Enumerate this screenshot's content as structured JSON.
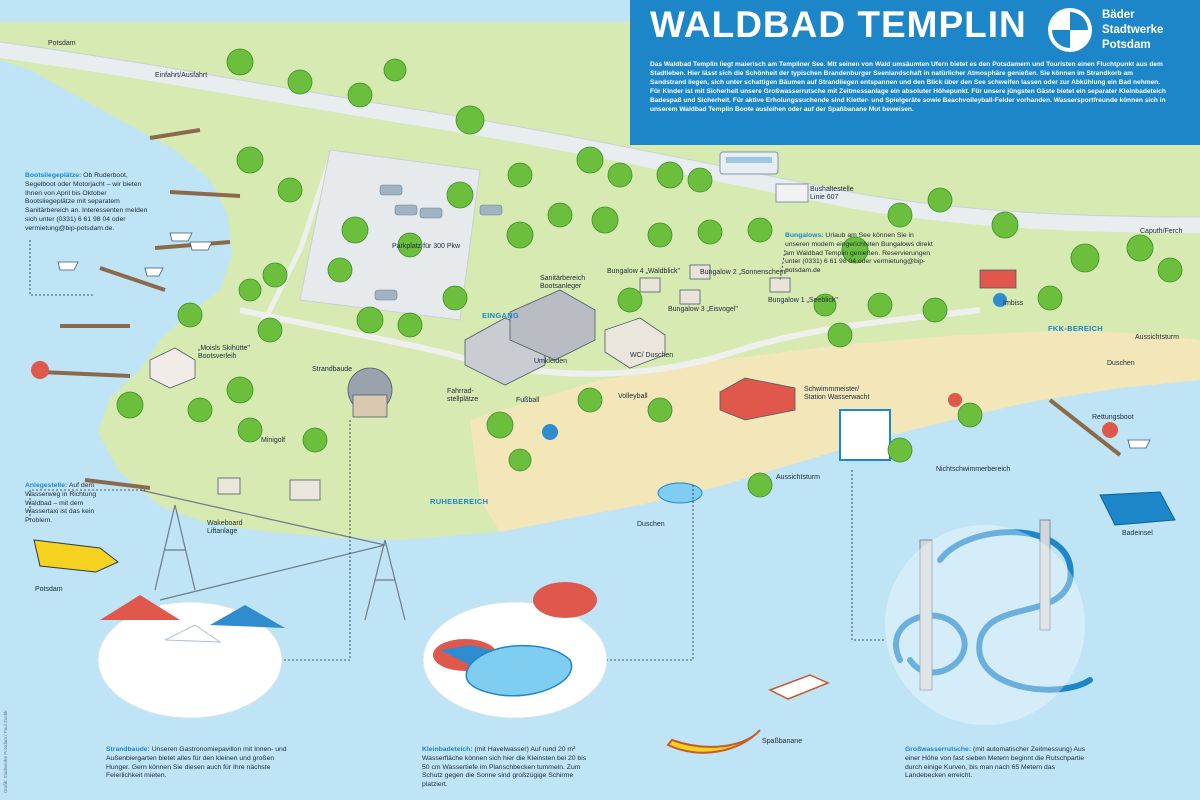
{
  "header": {
    "title": "WALDBAD TEMPLIN",
    "intro": "Das Waldbad Templin liegt malerisch am Templiner See. Mit seinen von Wald umsäumten Ufern bietet es den Potsdamern und Touristen einen Fluchtpunkt aus dem Stadtleben. Hier lässt sich die Schönheit der typischen Brandenburger Seenlandschaft in natürlicher Atmosphäre genießen. Sie können im Strandkorb am Sandstrand liegen, sich unter schattigen Bäumen auf Strandliegen entspannen und den Blick über den See schweifen lassen oder zur Abkühlung ein Bad nehmen. Für Kinder ist mit Sicherheit unsere Großwasserrutsche mit Zeitmessanlage ein absoluter Höhepunkt. Für unsere jüngsten Gäste bietet ein separater Kleinbadeteich Badespaß und Sicherheit. Für aktive Erholungssuchende sind Kletter- und Spielgeräte sowie Beachvolleyball-Felder vorhanden. Wassersportfreunde können sich in unserem Waldbad Templin Boote ausleihen oder auf der Spaßbanane Mut beweisen.",
    "logo_line1": "Bäder",
    "logo_line2": "Stadtwerke",
    "logo_line3": "Potsdam"
  },
  "colors": {
    "lake": "#bfe4f5",
    "land": "#d6eab2",
    "beach": "#f3e6b9",
    "road": "#e8edf0",
    "tree": "#6cbf3c",
    "tree_dark": "#3d8f2a",
    "accent": "#1d86c9",
    "roof_red": "#e0574c",
    "umbrella_blue": "#2f8ccf"
  },
  "map_labels": {
    "potsdam_top": "Potsdam",
    "einfahrt": "Einfahrt/Ausfahrt",
    "parkplatz": "Parkplatz für 300 Pkw",
    "bushaltestelle": "Bushaltestelle\nLinie 607",
    "caputh": "Caputh/Ferch",
    "sanitaer": "Sanitärbereich\nBootsanleger",
    "eingang": "EINGANG",
    "bungalow4": "Bungalow 4 „Waldblick\"",
    "bungalow2": "Bungalow 2 „Sonnenschein\"",
    "bungalow3": "Bungalow 3 „Eisvogel\"",
    "bungalow1": "Bungalow 1 „Seeblick\"",
    "imbiss": "Imbiss",
    "fkk": "FKK-BEREICH",
    "aussichtsturm_right": "Aussichtsturm",
    "duschen_right": "Duschen",
    "rettungsboot": "Rettungsboot",
    "moisls": "„Moisls Skihütte\"\nBootsverleih",
    "strandbaude": "Strandbaude",
    "umkleiden": "Umkleiden",
    "wc": "WC/ Duschen",
    "fahrrad": "Fahrrad-\nstellplätze",
    "fussball": "Fußball",
    "volleyball": "Volleyball",
    "schwimmmeister": "Schwimmmeister/\nStation Wasserwacht",
    "minigolf": "Minigolf",
    "aussichtsturm_mid": "Aussichtsturm",
    "nichtschwimmer": "Nichtschwimmerbereich",
    "duschen_mid": "Duschen",
    "ruhebereich": "RUHEBEREICH",
    "wakeboard": "Wakeboard\nLiftanlage",
    "badeinsel": "Badeinsel",
    "potsdam_bottom": "Potsdam",
    "spassbanane": "Spaßbanane"
  },
  "info_boxes": {
    "bootsliegeplaetze_head": "Bootsliegeplätze:",
    "bootsliegeplaetze_text": " Ob Ruderboot, Segelboot oder Motorjacht – wir bieten Ihnen von April bis Oktober Bootsliegeplätze mit separatem Sanitärbereich an. Interessenten melden sich unter (0331) 6 61 98 04 oder vermietung@bip-potsdam.de.",
    "bungalows_head": "Bungalows:",
    "bungalows_text": " Urlaub am See können Sie in unseren modern eingerichteten Bungalows direkt am Waldbad Templin genießen. Reservierungen unter (0331) 6 61 98 04 oder vermietung@bip-potsdam.de",
    "anlegestelle_head": "Anlegestelle:",
    "anlegestelle_text": " Auf dem Wasserweg in Richtung Waldbad – mit dem Wassertaxi ist das kein Problem.",
    "strandbaude_head": "Strandbaude:",
    "strandbaude_text": " Unseren Gastronomiepavillon mit Innen- und Außenbiergarten bietet alles für den kleinen und großen Hunger. Gern können Sie diesen auch für Ihre nächste Feierlichkeit mieten.",
    "kleinbadeteich_head": "Kleinbadeteich:",
    "kleinbadeteich_text": " (mit Havelwasser) Auf rund 20 m² Wasserfläche können sich hier die Kleinsten bei 20 bis 50 cm Wassertiefe im Planschbecken tummeln. Zum Schutz gegen die Sonne sind großzügige Schirme platziert.",
    "rutsche_head": "Großwasserrutsche:",
    "rutsche_text": " (mit automatischer Zeitmessung) Aus einer Höhe von fast sieben Metern beginnt die Rutschpartie durch einige Kurven, bis man nach 65 Metern das Landebecken erreicht."
  },
  "credit": "Grafik: Stadtwerke Potsdam / Paul Zuehk"
}
